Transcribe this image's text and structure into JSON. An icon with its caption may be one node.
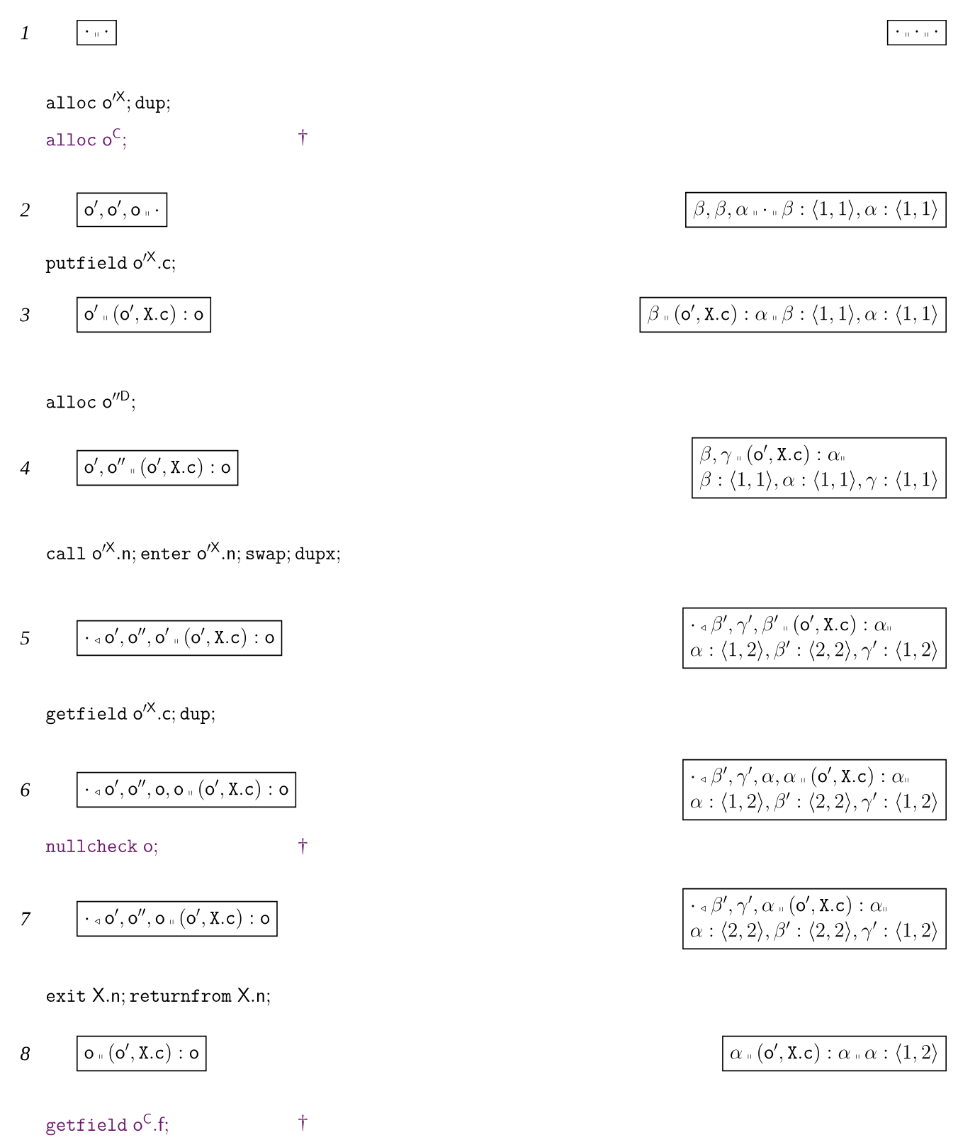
{
  "diagram": {
    "nodes": [
      {
        "text": [
          "\\cdot\\mathbin{\\scriptscriptstyle\\shortparallel}\\cdot"
        ]
      },
      {
        "text": [
          "\\cdot\\mathbin{\\scriptscriptstyle\\shortparallel}\\cdot\\mathbin{\\scriptscriptstyle\\shortparallel}\\cdot"
        ]
      },
      {
        "text": [
          "\\mathsf{o}',\\mathsf{o}',\\mathsf{o}\\mathbin{\\scriptscriptstyle\\shortparallel}\\cdot"
        ]
      },
      {
        "text": [
          "\\beta,\\beta,\\alpha\\mathbin{\\scriptscriptstyle\\shortparallel}\\cdot\\mathbin{\\scriptscriptstyle\\shortparallel}\\beta:\\langle 1,1\\rangle,\\alpha:\\langle 1,1\\rangle"
        ]
      },
      {
        "text": [
          "\\mathsf{o}'\\mathbin{\\scriptscriptstyle\\shortparallel}(\\mathsf{o}',\\mathtt{X.c}):\\mathsf{o}"
        ]
      },
      {
        "text": [
          "\\beta\\mathbin{\\scriptscriptstyle\\shortparallel}(\\mathsf{o}',\\mathtt{X.c}):\\alpha\\mathbin{\\scriptscriptstyle\\shortparallel}\\beta:\\langle 1,1\\rangle,\\alpha:\\langle 1,1\\rangle"
        ]
      },
      {
        "text": [
          "\\mathsf{o}',\\mathsf{o}''\\mathbin{\\scriptscriptstyle\\shortparallel}(\\mathsf{o}',\\mathtt{X.c}):\\mathsf{o}"
        ]
      },
      {
        "text": [
          "\\beta,\\gamma\\mathbin{\\scriptscriptstyle\\shortparallel}(\\mathsf{o}',\\mathtt{X.c}):\\alpha\\mathbin{\\scriptscriptstyle\\shortparallel}",
          "\\beta:\\langle 1,1\\rangle,\\alpha:\\langle 1,1\\rangle,\\gamma:\\langle 1,1\\rangle"
        ]
      },
      {
        "text": [
          "\\cdot\\mathbin{\\scriptscriptstyle\\triangleleft}\\mathsf{o}',\\mathsf{o}'',\\mathsf{o}'\\mathbin{\\scriptscriptstyle\\shortparallel}(\\mathsf{o}',\\mathtt{X.c}):\\mathsf{o}"
        ]
      },
      {
        "text": [
          "\\cdot\\mathbin{\\scriptscriptstyle\\triangleleft}\\beta',\\gamma',\\beta'\\mathbin{\\scriptscriptstyle\\shortparallel}(\\mathsf{o}',\\mathtt{X.c}):\\alpha\\mathbin{\\scriptscriptstyle\\shortparallel}",
          "\\alpha:\\langle 1,2\\rangle,\\beta':\\langle 2,2\\rangle,\\gamma':\\langle 1,2\\rangle"
        ]
      },
      {
        "text": [
          "\\cdot\\mathbin{\\scriptscriptstyle\\triangleleft}\\mathsf{o}',\\mathsf{o}'',\\mathsf{o},\\mathsf{o}\\mathbin{\\scriptscriptstyle\\shortparallel}(\\mathsf{o}',\\mathtt{X.c}):\\mathsf{o}"
        ]
      },
      {
        "text": [
          "\\cdot\\mathbin{\\scriptscriptstyle\\triangleleft}\\beta',\\gamma',\\alpha,\\alpha\\mathbin{\\scriptscriptstyle\\shortparallel}(\\mathsf{o}',\\mathtt{X.c}):\\alpha\\mathbin{\\scriptscriptstyle\\shortparallel}",
          "\\alpha:\\langle 1,2\\rangle,\\beta':\\langle 2,2\\rangle,\\gamma':\\langle 1,2\\rangle"
        ]
      },
      {
        "text": [
          "\\cdot\\mathbin{\\scriptscriptstyle\\triangleleft}\\mathsf{o}',\\mathsf{o}'',\\mathsf{o}\\mathbin{\\scriptscriptstyle\\shortparallel}(\\mathsf{o}',\\mathtt{X.c}):\\mathsf{o}"
        ]
      },
      {
        "text": [
          "\\cdot\\mathbin{\\scriptscriptstyle\\triangleleft}\\beta',\\gamma',\\alpha\\mathbin{\\scriptscriptstyle\\shortparallel}(\\mathsf{o}',\\mathtt{X.c}):\\alpha\\mathbin{\\scriptscriptstyle\\shortparallel}",
          "\\alpha:\\langle 2,2\\rangle,\\beta':\\langle 2,2\\rangle,\\gamma':\\langle 1,2\\rangle"
        ]
      },
      {
        "text": [
          "\\mathsf{o}\\mathbin{\\scriptscriptstyle\\shortparallel}(\\mathsf{o}',\\mathtt{X.c}):\\mathsf{o}"
        ]
      },
      {
        "text": [
          "\\alpha\\mathbin{\\scriptscriptstyle\\shortparallel}(\\mathsf{o}',\\mathtt{X.c}):\\alpha\\mathbin{\\scriptscriptstyle\\shortparallel}\\alpha:\\langle 1,2\\rangle"
        ]
      }
    ],
    "labels": [
      "1",
      "\\mathtt{alloc}\\;\\mathsf{o}'^{\\mathsf{X}};\\mathtt{dup};",
      "\\mathtt{alloc}\\;\\mathsf{o}^{\\mathsf{C}};",
      "†",
      "2",
      "\\mathtt{putfield}\\;\\mathsf{o}'^{\\mathsf{X}}.\\mathsf{c};",
      "3",
      "\\mathtt{alloc}\\;\\mathsf{o}''^{\\mathsf{D}};",
      "4",
      "\\mathtt{call}\\;\\mathsf{o}'^{\\mathsf{X}}.\\mathsf{n};\\mathtt{enter}\\;\\mathsf{o}'^{\\mathsf{X}}.\\mathsf{n};\\mathtt{swap};\\mathtt{dupx};",
      "5",
      "\\mathtt{getfield}\\;\\mathsf{o}'^{\\mathsf{X}}.\\mathsf{c};\\mathtt{dup};",
      "6",
      "\\mathtt{nullcheck}\\;\\mathsf{o};",
      "†",
      "7",
      "\\mathtt{exit}\\;\\mathsf{X}.\\mathsf{n};\\mathtt{returnfrom}\\;\\mathsf{X}.\\mathsf{n};",
      "8",
      "\\mathtt{getfield}\\;\\mathsf{o}^{\\mathsf{C}}.\\mathsf{f};",
      "†"
    ]
  }
}
